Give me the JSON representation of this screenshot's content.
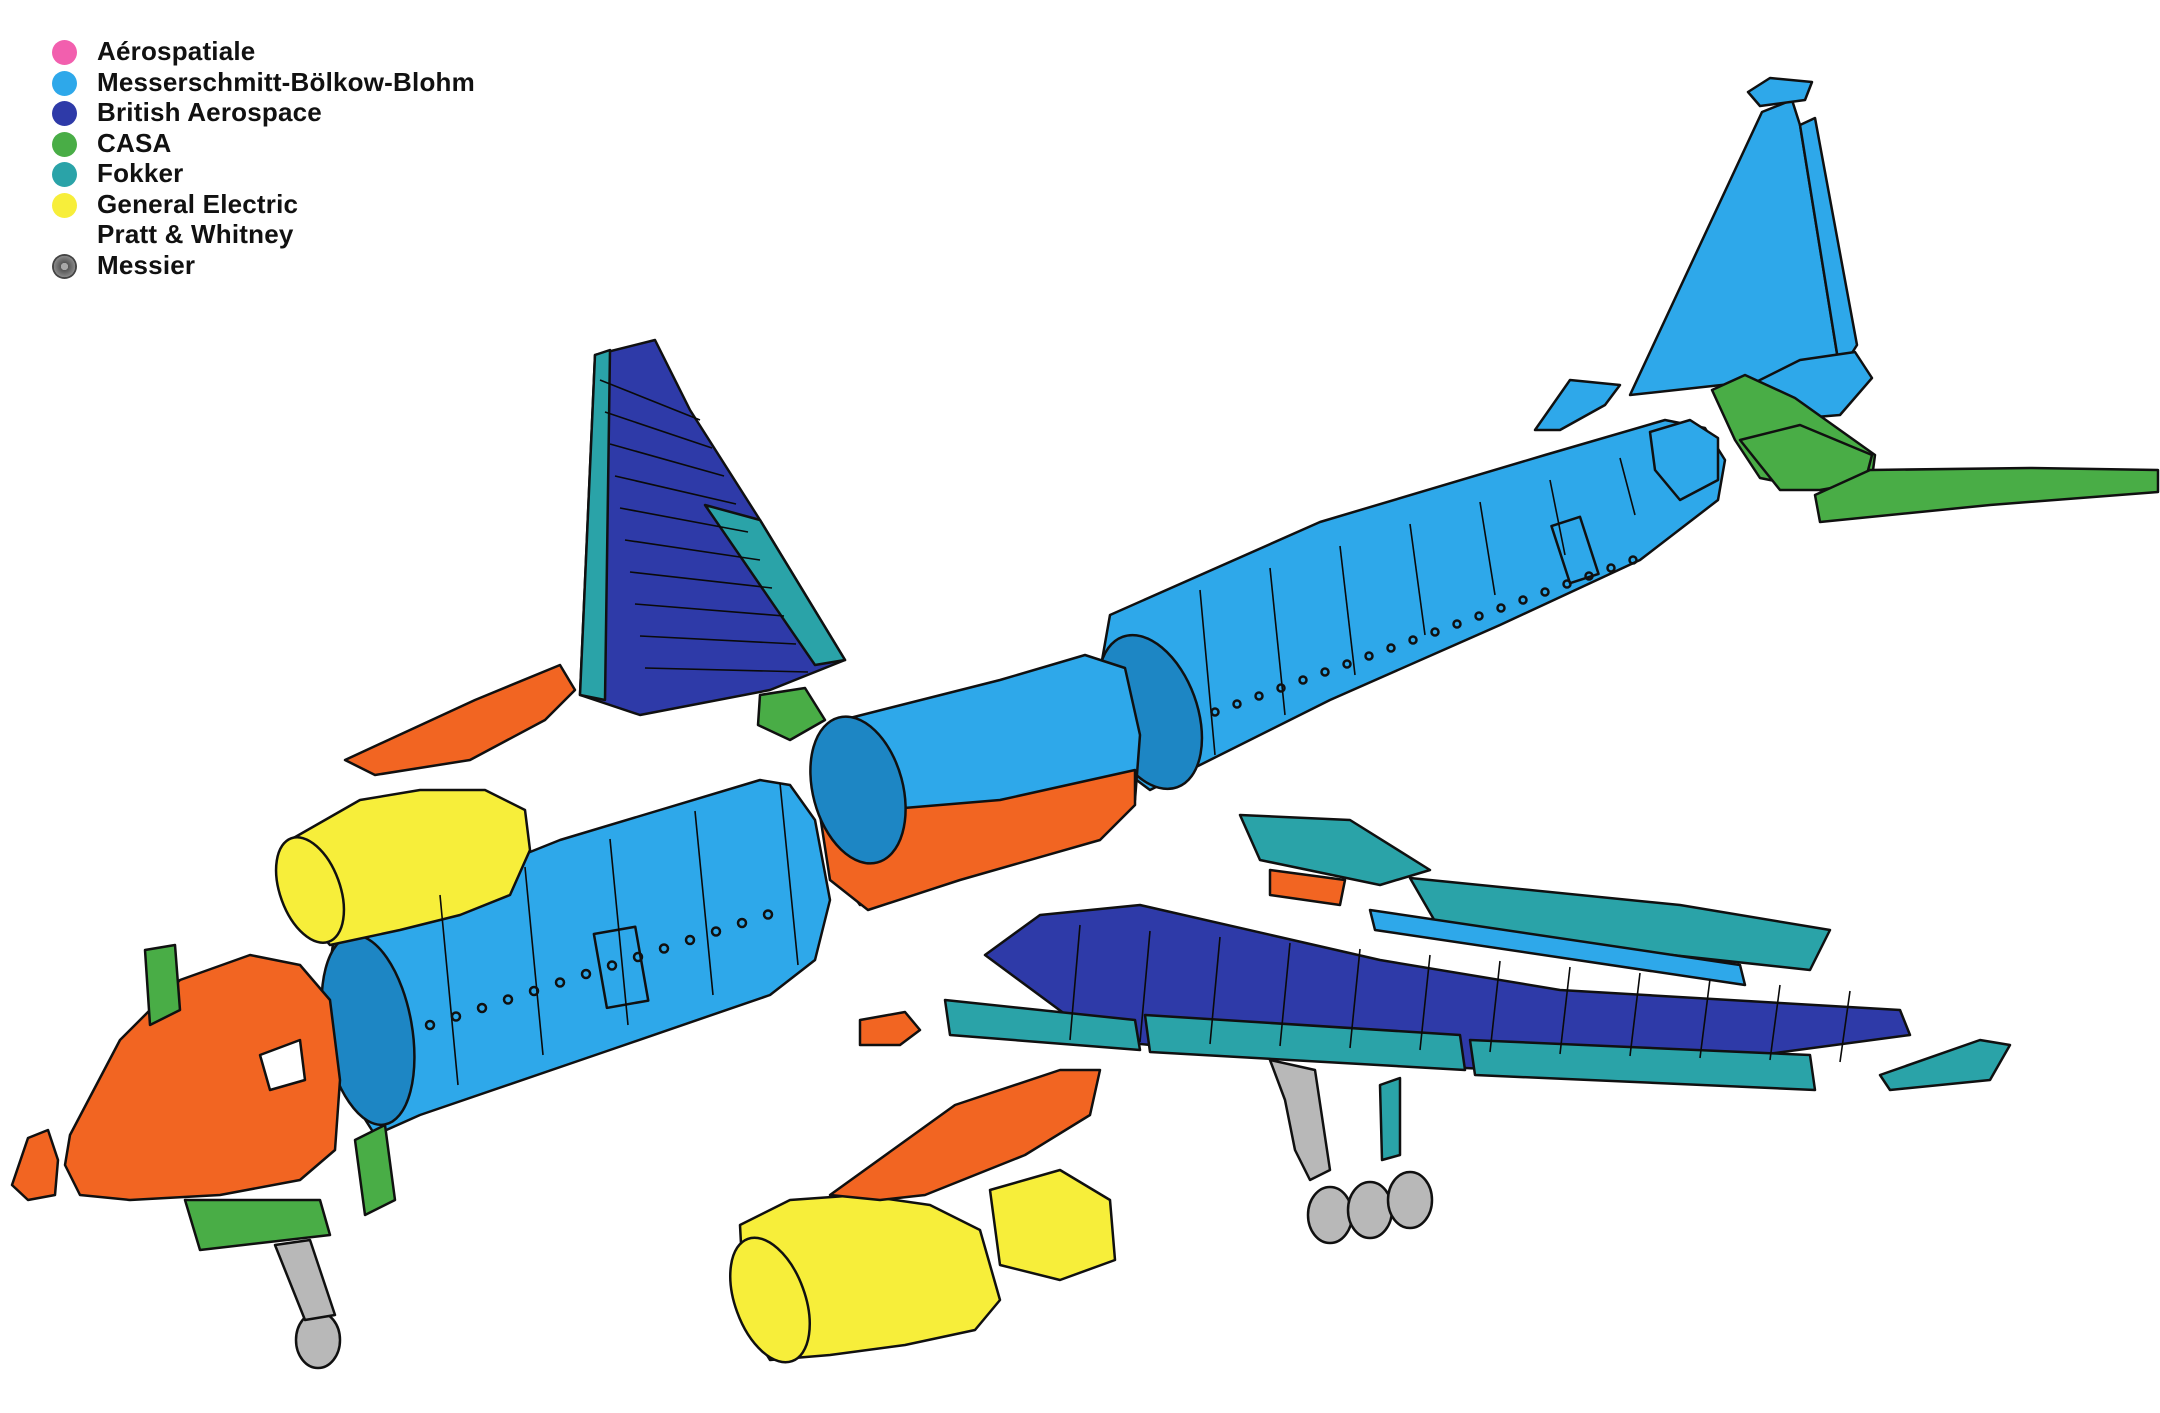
{
  "legend": [
    {
      "label": "Aérospatiale",
      "color": "#f25fae",
      "dot": true
    },
    {
      "label": "Messerschmitt-Bölkow-Blohm",
      "color": "#2ea8ea",
      "dot": true
    },
    {
      "label": "British Aerospace",
      "color": "#2e3aa8",
      "dot": true
    },
    {
      "label": "CASA",
      "color": "#49ad46",
      "dot": true
    },
    {
      "label": "Fokker",
      "color": "#2aa3a8",
      "dot": true
    },
    {
      "label": "General Electric",
      "color": "#f7ee3a",
      "dot": true
    },
    {
      "label": "Pratt & Whitney",
      "color": "#f7ee3a",
      "dot": false
    },
    {
      "label": "Messier",
      "color": "#8a8a8a",
      "dot": true
    }
  ],
  "colors": {
    "fuselage": "#2ea8ea",
    "orange_parts": "#f26522",
    "british_wing": "#2e3aa8",
    "casa_parts": "#49ad46",
    "fokker_parts": "#2aa3a8",
    "engines": "#f7ee3a",
    "landing_gear": "#b8b8b8"
  }
}
